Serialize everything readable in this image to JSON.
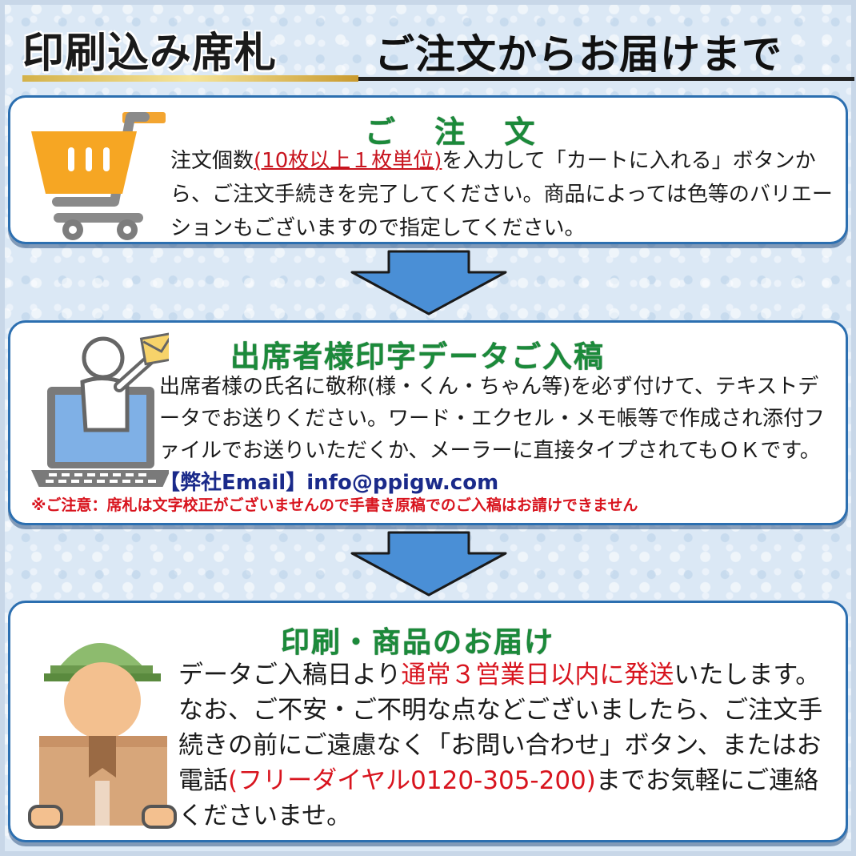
{
  "header": {
    "title_left": "印刷込み席札",
    "title_right": "ご注文からお届けまで"
  },
  "sections": {
    "order": {
      "title": "ご 注 文",
      "text_a": "注文個数",
      "text_hl": "(10枚以上１枚単位)",
      "text_b": "を入力して「カートに入れる」ボタンから、ご注文手続きを完了してください。商品によっては色等のバリエーションもございますので指定してください。",
      "icon": "shopping-cart-icon"
    },
    "data": {
      "title": "出席者様印字データご入稿",
      "text_a": "出席者様の氏名に敬称(様・くん・ちゃん等)を必ず付けて、テキストデータでお送りください。ワード・エクセル・メモ帳等で作成され添付ファイルでお送りいただくか、メーラーに直接タイプされてもＯＫです。",
      "email_label": "【弊社Email】",
      "email": "info@ppigw.com",
      "note": "※ご注意：席札は文字校正がございませんので手書き原稿でのご入稿はお請けできません",
      "icon": "laptop-mail-icon"
    },
    "delivery": {
      "title": "印刷・商品のお届け",
      "text_a": "データご入稿日より",
      "text_hl": "通常３営業日以内に発送",
      "text_b": "いたします。なお、ご不安・ご不明な点などございましたら、ご注文手続きの前にご遠慮なく「お問い合わせ」ボタン、またはお電話",
      "phone": "(フリーダイヤル0120-305-200)",
      "text_c": "までお気軽にご連絡くださいませ。",
      "icon": "courier-box-icon"
    }
  },
  "colors": {
    "section_border": "#2c6fb0",
    "title_green": "#1b8a3a",
    "highlight_red": "#d8141e",
    "arrow_blue": "#4a8fd6"
  }
}
